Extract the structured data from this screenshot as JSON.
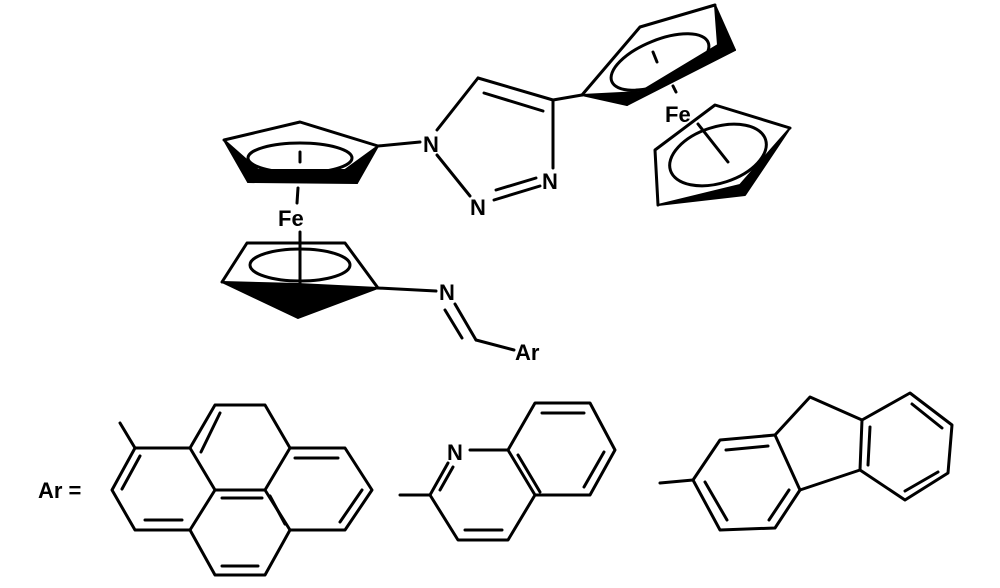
{
  "labels": {
    "fe_left": "Fe",
    "fe_right": "Fe",
    "n1_triazole": "N",
    "n2_triazole": "N",
    "n3_triazole": "N",
    "n_imine": "N",
    "ar_substituent": "Ar",
    "ar_definition": "Ar =",
    "n_quinoline": "N"
  },
  "colors": {
    "ink": "#000000",
    "background": "#ffffff"
  }
}
